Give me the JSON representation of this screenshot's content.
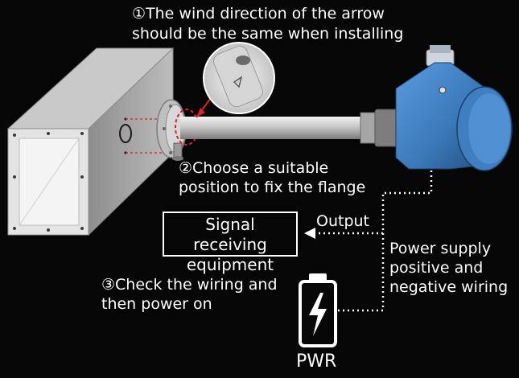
{
  "steps": {
    "step1": {
      "line1": "①The wind direction of the arrow",
      "line2": "should be the same when installing"
    },
    "step2": {
      "line1": "②Choose a suitable",
      "line2": "position to fix the flange"
    },
    "step3": {
      "line1": "③Check the wiring and",
      "line2": "then power on"
    }
  },
  "labels": {
    "signal_line1": "Signal receiving",
    "signal_line2": "equipment",
    "output": "Output",
    "power_line1": "Power supply",
    "power_line2": "positive and",
    "power_line3": "negative wiring",
    "pwr": "PWR"
  },
  "colors": {
    "background": "#060606",
    "housing_blue": "#3f7fbf",
    "duct_gray": "#a8a8a8",
    "accent_red": "#e0201e",
    "text": "#ffffff"
  },
  "icons": [
    "wind-arrow-icon",
    "lightning-icon",
    "battery-icon"
  ]
}
